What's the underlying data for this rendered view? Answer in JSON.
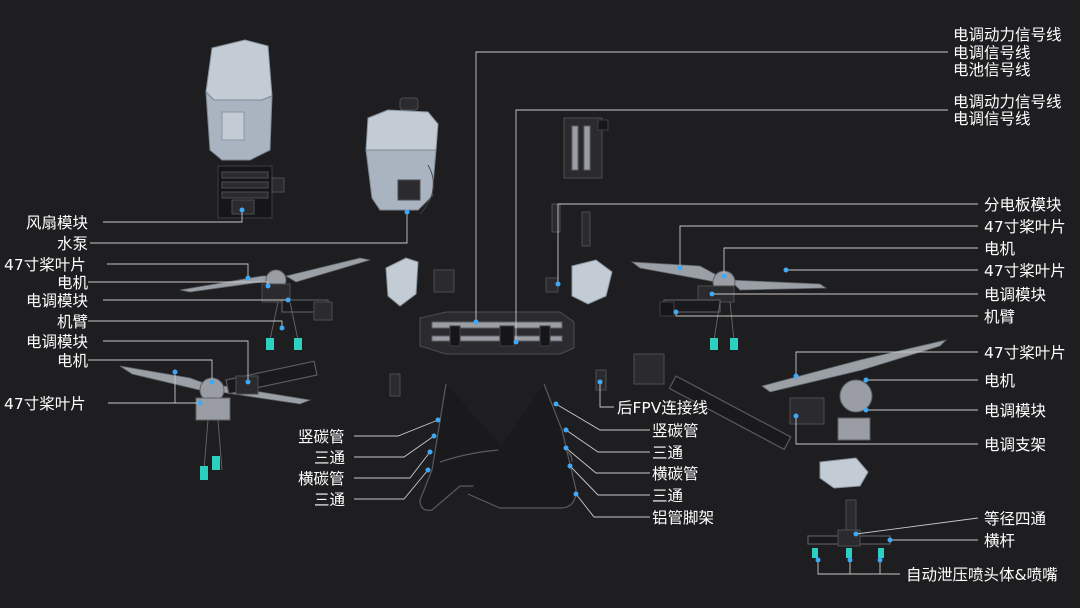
{
  "labels_left": [
    "风扇模块",
    "水泵",
    "47寸桨叶片",
    "电机",
    "电调模块",
    "机臂",
    "电调模块",
    "电机",
    "47寸桨叶片"
  ],
  "labels_bottom_left": [
    "竖碳管",
    "三通",
    "横碳管",
    "三通"
  ],
  "labels_bottom_center": [
    "竖碳管",
    "三通",
    "横碳管",
    "三通",
    "铝管脚架"
  ],
  "label_fpv": "后FPV连接线",
  "labels_top_right_group1": [
    "电调动力信号线",
    "电调信号线",
    "电池信号线"
  ],
  "labels_top_right_group2": [
    "电调动力信号线",
    "电调信号线"
  ],
  "labels_right": [
    "分电板模块",
    "47寸桨叶片",
    "电机",
    "47寸桨叶片",
    "电调模块",
    "机臂",
    "47寸桨叶片",
    "电机",
    "电调模块",
    "电调支架",
    "等径四通",
    "横杆",
    "自动泄压喷头体&喷嘴"
  ],
  "colors": {
    "background": "#1e1e20",
    "text": "#ffffff",
    "leader": "#c8c8c8",
    "marker": "#3fa9f5"
  }
}
